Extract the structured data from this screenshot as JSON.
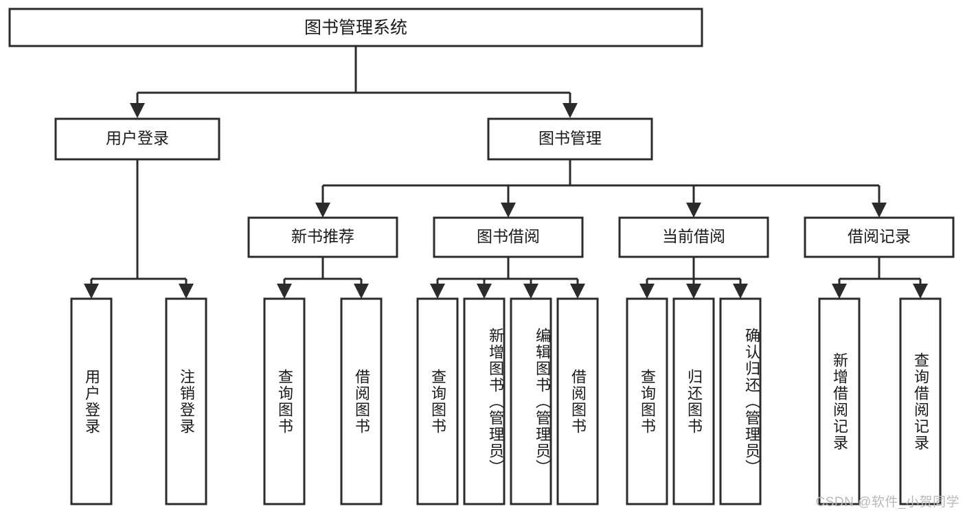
{
  "diagram": {
    "type": "hierarchy-tree",
    "title_node": {
      "label": "图书管理系统"
    },
    "level2": [
      {
        "id": "user-login",
        "label": "用户登录"
      },
      {
        "id": "book-manage",
        "label": "图书管理"
      }
    ],
    "level3": [
      {
        "id": "new-book-recommend",
        "label": "新书推荐",
        "parent": "book-manage"
      },
      {
        "id": "book-borrow",
        "label": "图书借阅",
        "parent": "book-manage"
      },
      {
        "id": "current-borrow",
        "label": "当前借阅",
        "parent": "book-manage"
      },
      {
        "id": "borrow-record",
        "label": "借阅记录",
        "parent": "book-manage"
      }
    ],
    "leaves": [
      {
        "id": "leaf-user-login",
        "label": "用户登录",
        "parent": "user-login"
      },
      {
        "id": "leaf-logout-login",
        "label": "注销登录",
        "parent": "user-login"
      },
      {
        "id": "leaf-query-book-1",
        "label": "查询图书",
        "parent": "new-book-recommend"
      },
      {
        "id": "leaf-borrow-book-1",
        "label": "借阅图书",
        "parent": "new-book-recommend"
      },
      {
        "id": "leaf-query-book-2",
        "label": "查询图书",
        "parent": "book-borrow"
      },
      {
        "id": "leaf-add-book",
        "label": "新增图书（管理员）",
        "parent": "book-borrow"
      },
      {
        "id": "leaf-edit-book",
        "label": "编辑图书（管理员）",
        "parent": "book-borrow"
      },
      {
        "id": "leaf-borrow-book-2",
        "label": "借阅图书",
        "parent": "book-borrow"
      },
      {
        "id": "leaf-query-book-3",
        "label": "查询图书",
        "parent": "current-borrow"
      },
      {
        "id": "leaf-return-book",
        "label": "归还图书",
        "parent": "current-borrow"
      },
      {
        "id": "leaf-confirm-return",
        "label": "确认归还（管理员）",
        "parent": "current-borrow"
      },
      {
        "id": "leaf-add-record",
        "label": "新增借阅记录",
        "parent": "borrow-record"
      },
      {
        "id": "leaf-query-record",
        "label": "查询借阅记录",
        "parent": "borrow-record"
      }
    ],
    "colors": {
      "box_stroke": "#2b2b2b",
      "box_fill": "#ffffff",
      "text": "#1a1a1a",
      "connector": "#2b2b2b",
      "watermark": "#b9b9b9",
      "background": "#ffffff"
    }
  },
  "watermark": {
    "text": "CSDN @软件_小贺同学"
  }
}
